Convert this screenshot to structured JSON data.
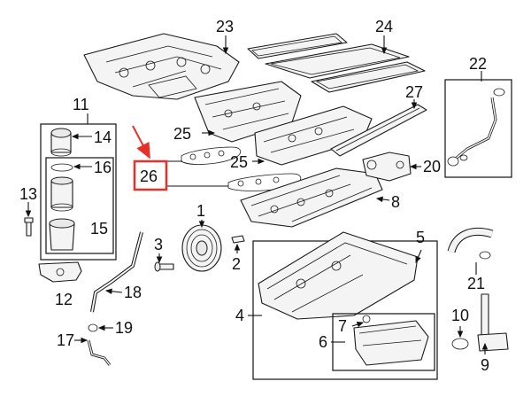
{
  "callouts": {
    "n1": "1",
    "n2": "2",
    "n3": "3",
    "n4": "4",
    "n5": "5",
    "n6": "6",
    "n7": "7",
    "n8": "8",
    "n9": "9",
    "n10": "10",
    "n11": "11",
    "n12": "12",
    "n13": "13",
    "n14": "14",
    "n15": "15",
    "n16": "16",
    "n17": "17",
    "n18": "18",
    "n19": "19",
    "n20": "20",
    "n21": "21",
    "n22": "22",
    "n23": "23",
    "n24": "24",
    "n25a": "25",
    "n25b": "25",
    "n26": "26",
    "n27": "27"
  },
  "colors": {
    "highlight": "#e8302b",
    "ink": "#111111",
    "part_fill": "#f4f4f4"
  }
}
